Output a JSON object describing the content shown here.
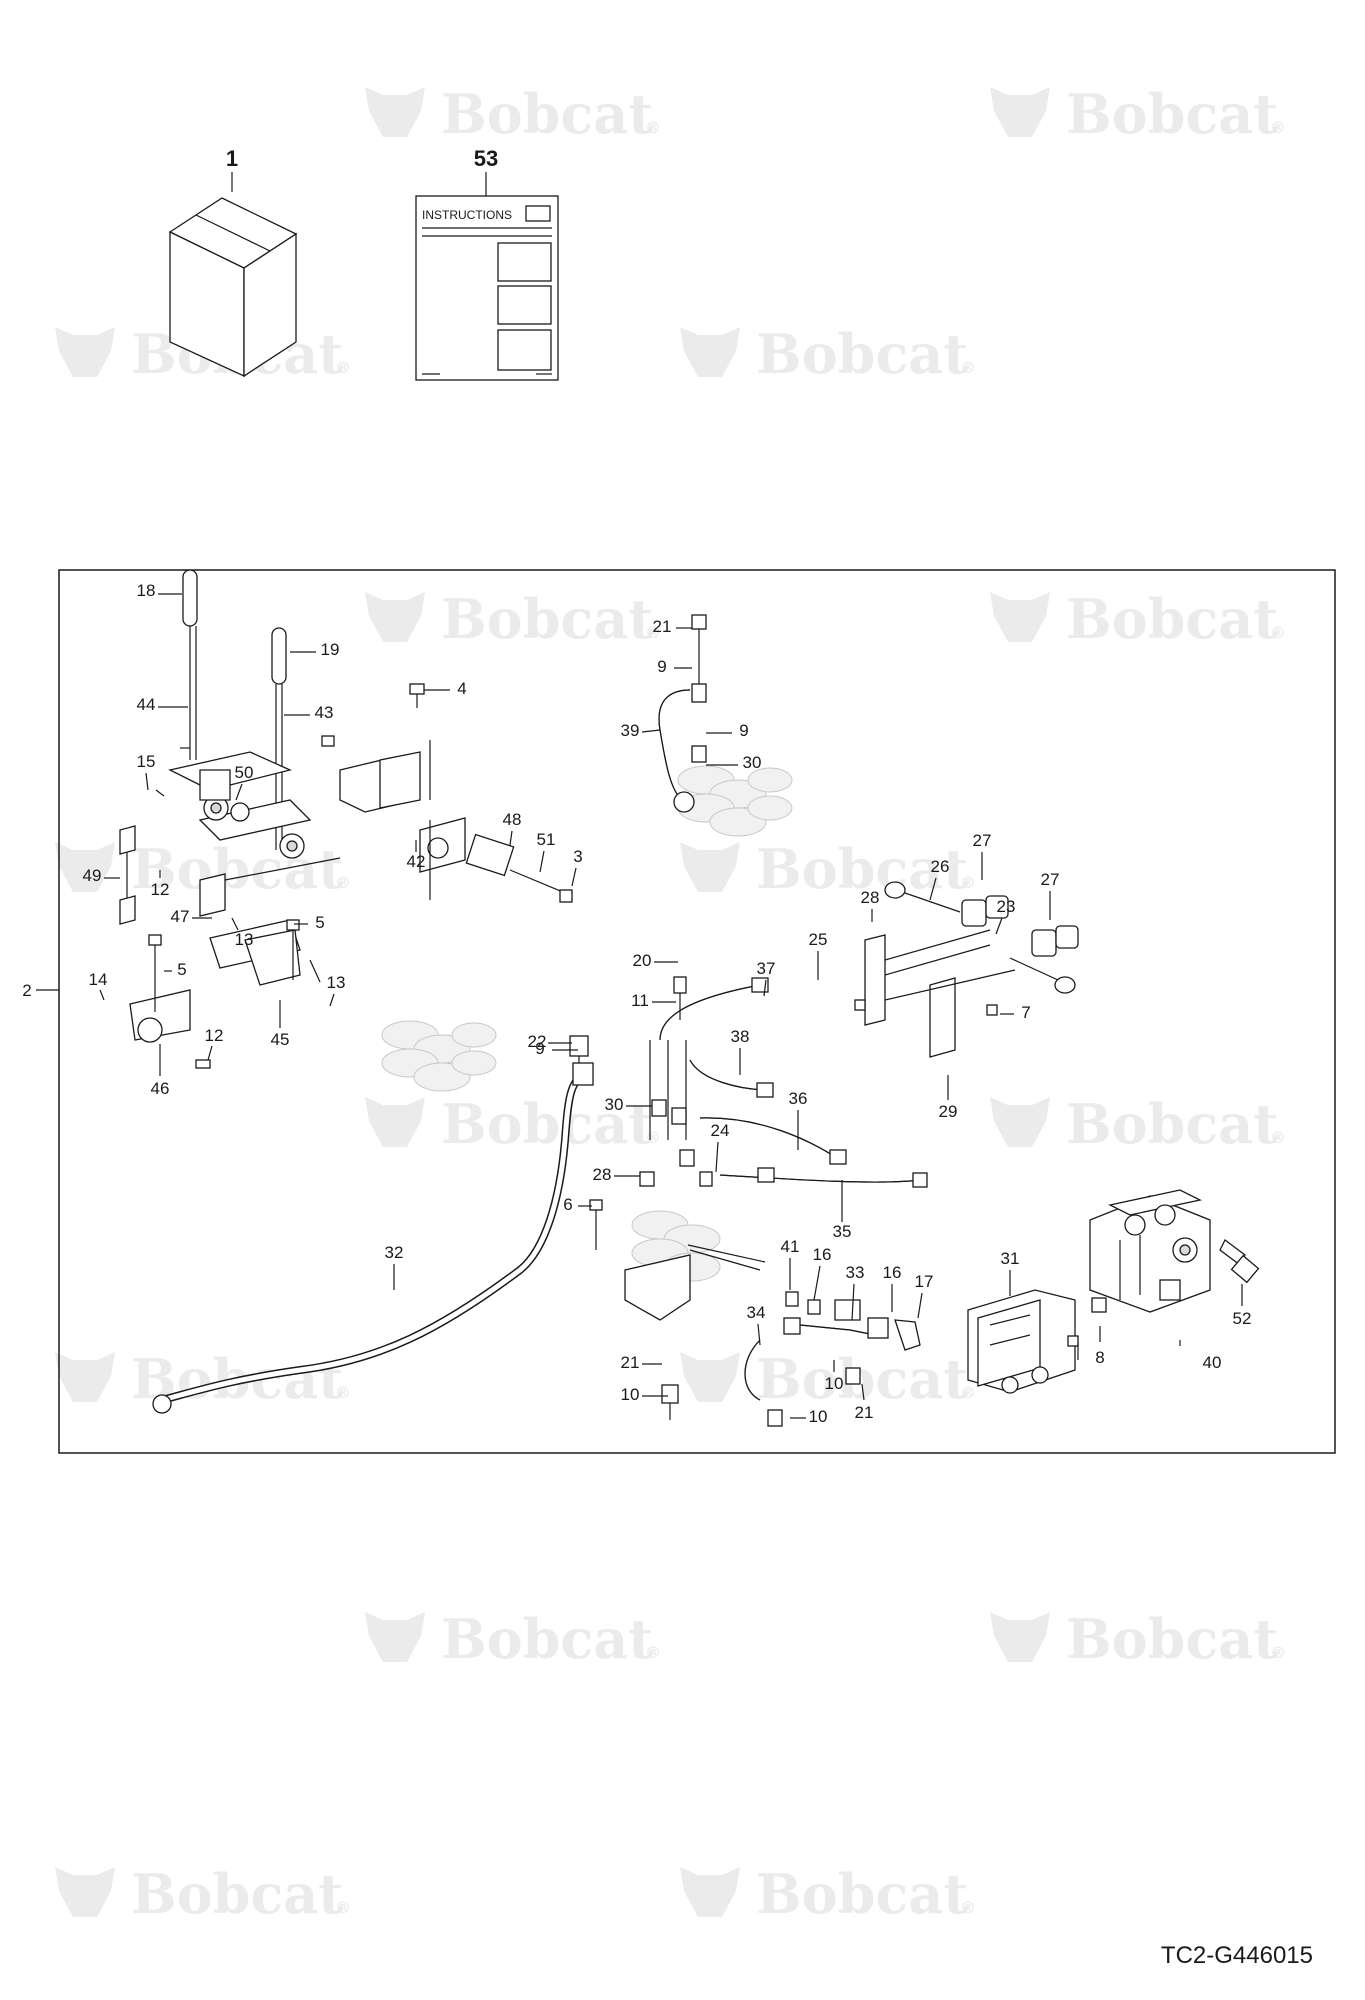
{
  "watermark": {
    "text": "Bobcat",
    "registered_mark": "®"
  },
  "diagram_id": "TC2-G446015",
  "top_items": [
    {
      "id": "1",
      "kind": "kit-box"
    },
    {
      "id": "53",
      "kind": "instructions",
      "sheet_title": "INSTRUCTIONS"
    }
  ],
  "assembly_callout": "2",
  "callouts": [
    "18",
    "19",
    "44",
    "43",
    "4",
    "15",
    "50",
    "49",
    "12",
    "47",
    "13",
    "5",
    "14",
    "5",
    "13",
    "12",
    "45",
    "46",
    "42",
    "48",
    "51",
    "3",
    "21",
    "9",
    "39",
    "9",
    "30",
    "27",
    "26",
    "28",
    "27",
    "23",
    "25",
    "20",
    "37",
    "11",
    "22",
    "9",
    "38",
    "7",
    "29",
    "36",
    "30",
    "24",
    "28",
    "6",
    "35",
    "32",
    "41",
    "16",
    "33",
    "16",
    "17",
    "34",
    "10",
    "21",
    "21",
    "10",
    "10",
    "31",
    "8",
    "52",
    "40"
  ],
  "colors": {
    "ink": "#1a1a1a",
    "watermark": "#ebebeb",
    "frame": "#1a1a1a"
  }
}
